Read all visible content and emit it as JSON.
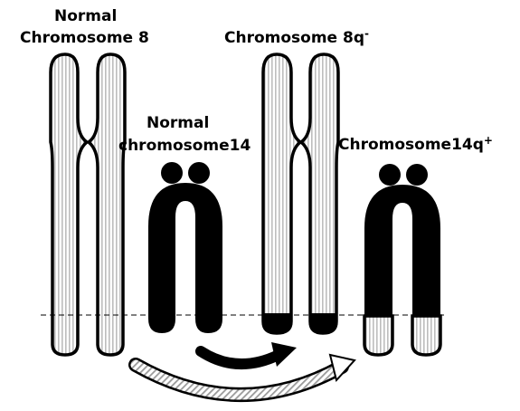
{
  "labels": {
    "normal_chr8_line1": "Normal",
    "normal_chr8_line2": "Chromosome 8",
    "normal_chr14_line1": "Normal",
    "normal_chr14_line2": "chromosome14",
    "chr8q_base": "Chromosome 8q",
    "chr8q_sup": "-",
    "chr14q_base": "Chromosome14q",
    "chr14q_sup": "+"
  },
  "colors": {
    "chromosome8_fill": "#efefef",
    "chromosome14_fill": "#000000",
    "outline": "#000000",
    "background": "#ffffff"
  }
}
